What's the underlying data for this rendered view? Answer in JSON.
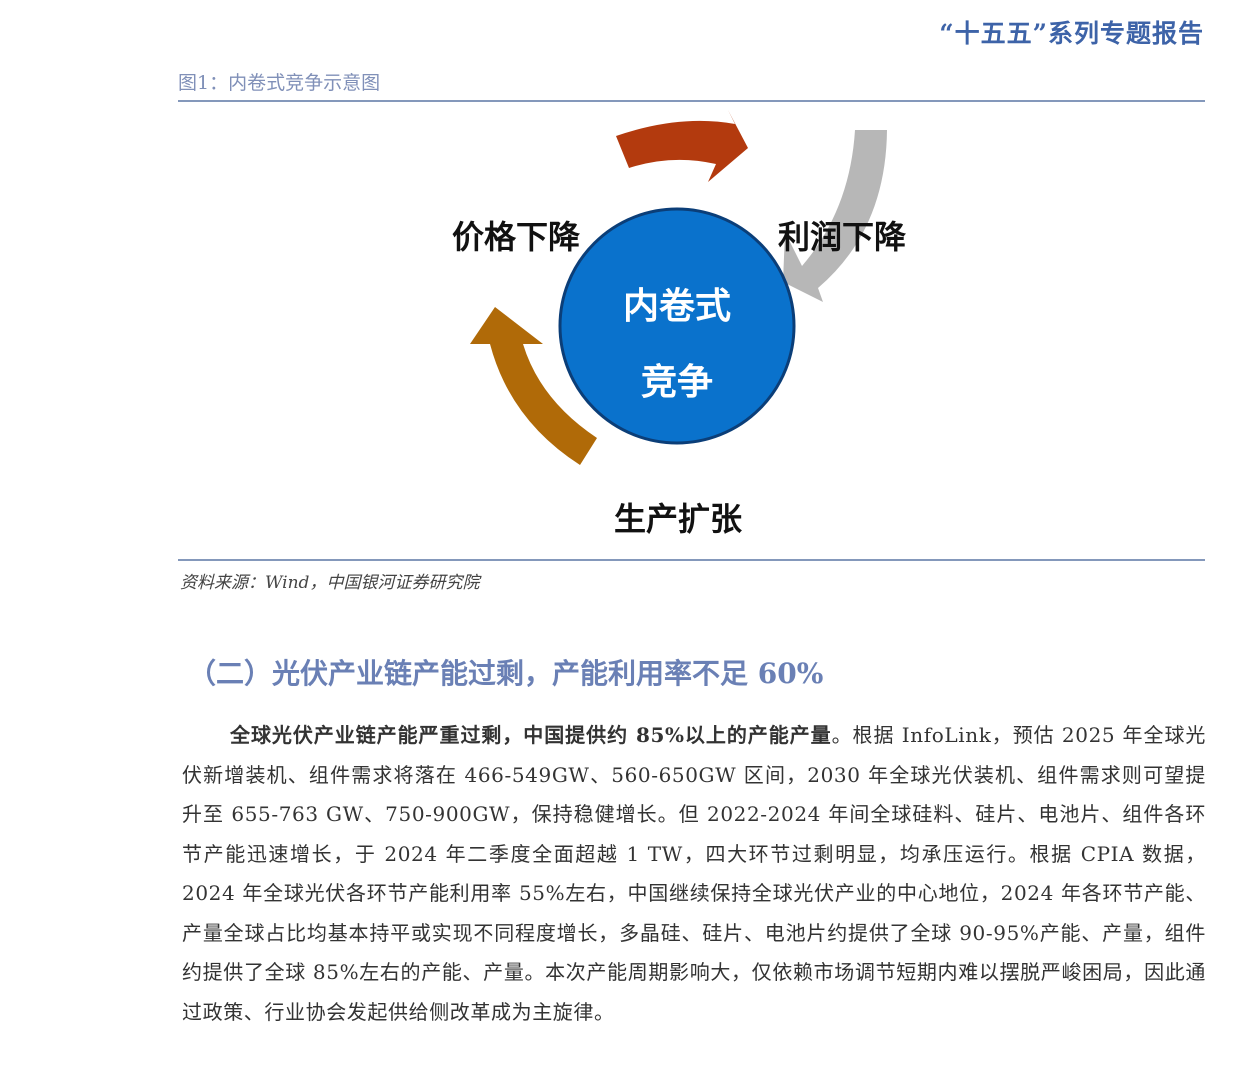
{
  "header": {
    "title": "“十五五”系列专题报告"
  },
  "figure": {
    "caption": "图1：内卷式竞争示意图",
    "center_line1": "内卷式",
    "center_line2": "竞争",
    "labels": {
      "left": "价格下降",
      "right": "利润下降",
      "bottom": "生产扩张"
    },
    "colors": {
      "circle": "#0a72cc",
      "arrow_top": "#b33a0e",
      "arrow_right": "#b7b7b7",
      "arrow_left": "#b06a08"
    },
    "source": "资料来源：Wind，中国银河证券研究院"
  },
  "section": {
    "heading": "（二）光伏产业链产能过剩，产能利用率不足 60%"
  },
  "paragraph": {
    "lead_bold": "全球光伏产业链产能严重过剩，中国提供约 85%以上的产能产量",
    "body": "。根据 InfoLink，预估 2025 年全球光伏新增装机、组件需求将落在 466-549GW、560-650GW 区间，2030 年全球光伏装机、组件需求则可望提升至 655-763 GW、750-900GW，保持稳健增长。但 2022-2024 年间全球硅料、硅片、电池片、组件各环节产能迅速增长，于 2024 年二季度全面超越 1 TW，四大环节过剩明显，均承压运行。根据 CPIA 数据，2024 年全球光伏各环节产能利用率 55%左右，中国继续保持全球光伏产业的中心地位，2024 年各环节产能、产量全球占比均基本持平或实现不同程度增长，多晶硅、硅片、电池片约提供了全球 90-95%产能、产量，组件约提供了全球 85%左右的产能、产量。本次产能周期影响大，仅依赖市场调节短期内难以摆脱严峻困局，因此通过政策、行业协会发起供给侧改革成为主旋律。"
  }
}
